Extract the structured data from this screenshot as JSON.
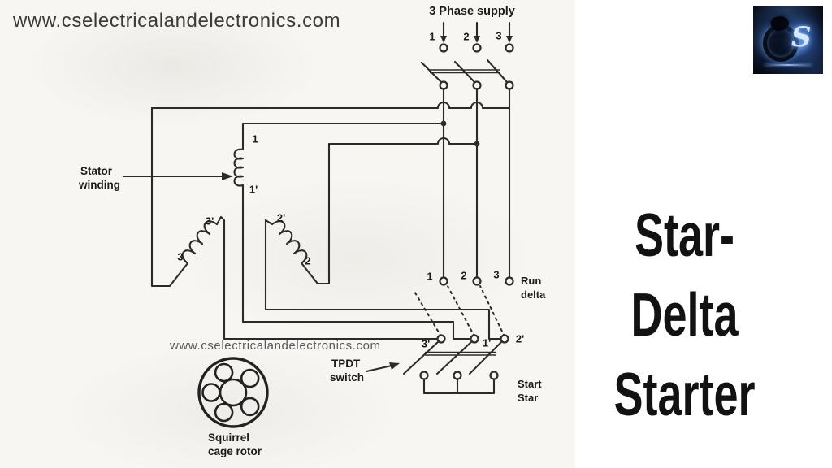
{
  "site": {
    "url_top": "www.cselectricalandelectronics.com",
    "watermark": "www.cselectricalandelectronics.com"
  },
  "title": {
    "line1": "Star-Delta",
    "line2": "Starter"
  },
  "logo": {
    "monogram": "S"
  },
  "supply": {
    "heading": "3 Phase supply",
    "phases": [
      "1",
      "2",
      "3"
    ]
  },
  "stator": {
    "label": [
      "Stator",
      "winding"
    ],
    "terminals": {
      "t1": "1",
      "t1p": "1'",
      "t2p": "2'",
      "t2": "2",
      "t3p": "3'",
      "t3": "3"
    }
  },
  "switch": {
    "name": [
      "TPDT",
      "switch"
    ],
    "run_contacts": [
      "1",
      "2",
      "3"
    ],
    "run_label": [
      "Run",
      "delta"
    ],
    "poles": [
      "3'",
      "1'",
      "2'"
    ],
    "start_label": [
      "Start",
      "Star"
    ]
  },
  "rotor": {
    "label": [
      "Squirrel",
      "cage rotor"
    ]
  },
  "colors": {
    "line": "#2b2b2b",
    "label": "#1b1b1b",
    "title": "#121212",
    "glow": "#8cbcff"
  }
}
